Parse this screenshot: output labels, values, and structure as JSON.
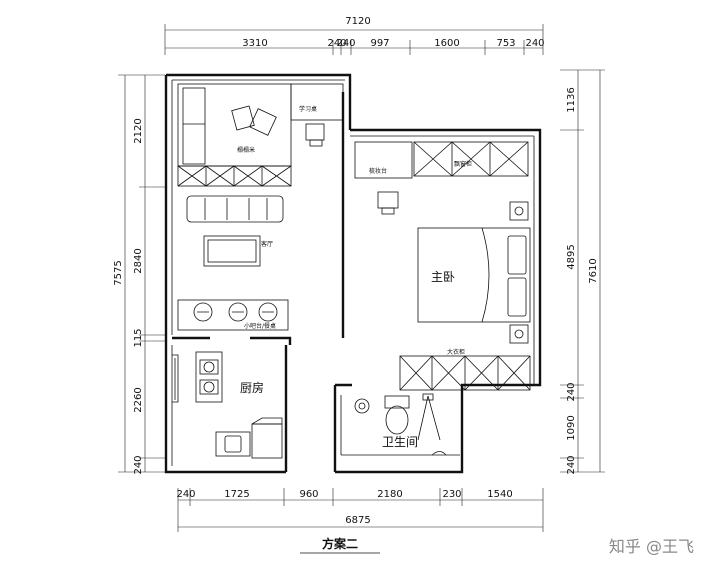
{
  "top_dims": {
    "total": "7120",
    "segments": [
      "3310",
      "240",
      "240",
      "997",
      "1600",
      "753",
      "240"
    ]
  },
  "bottom_dims": {
    "total": "6875",
    "segments": [
      "240",
      "1725",
      "960",
      "2180",
      "230",
      "1540"
    ]
  },
  "left_dims": {
    "total": "7575",
    "segments": [
      "2120",
      "2840",
      "115",
      "2260",
      "240"
    ]
  },
  "right_dims": {
    "total": "7610",
    "segments": [
      "1136",
      "4895",
      "240",
      "1090",
      "240"
    ]
  },
  "rooms": {
    "master_bedroom": "主卧",
    "kitchen": "厨房",
    "bathroom": "卫生间",
    "living_room": "客厅"
  },
  "furniture_labels": {
    "study_desk": "学习桌",
    "tatami": "榻榻米",
    "tv_cabinet": "飘窗柜",
    "dressing_table": "梳妆台",
    "bar_counter": "小吧台/餐桌",
    "wardrobe": "大衣柜"
  },
  "plan_title": "方案二",
  "watermark": "知乎 @王飞"
}
